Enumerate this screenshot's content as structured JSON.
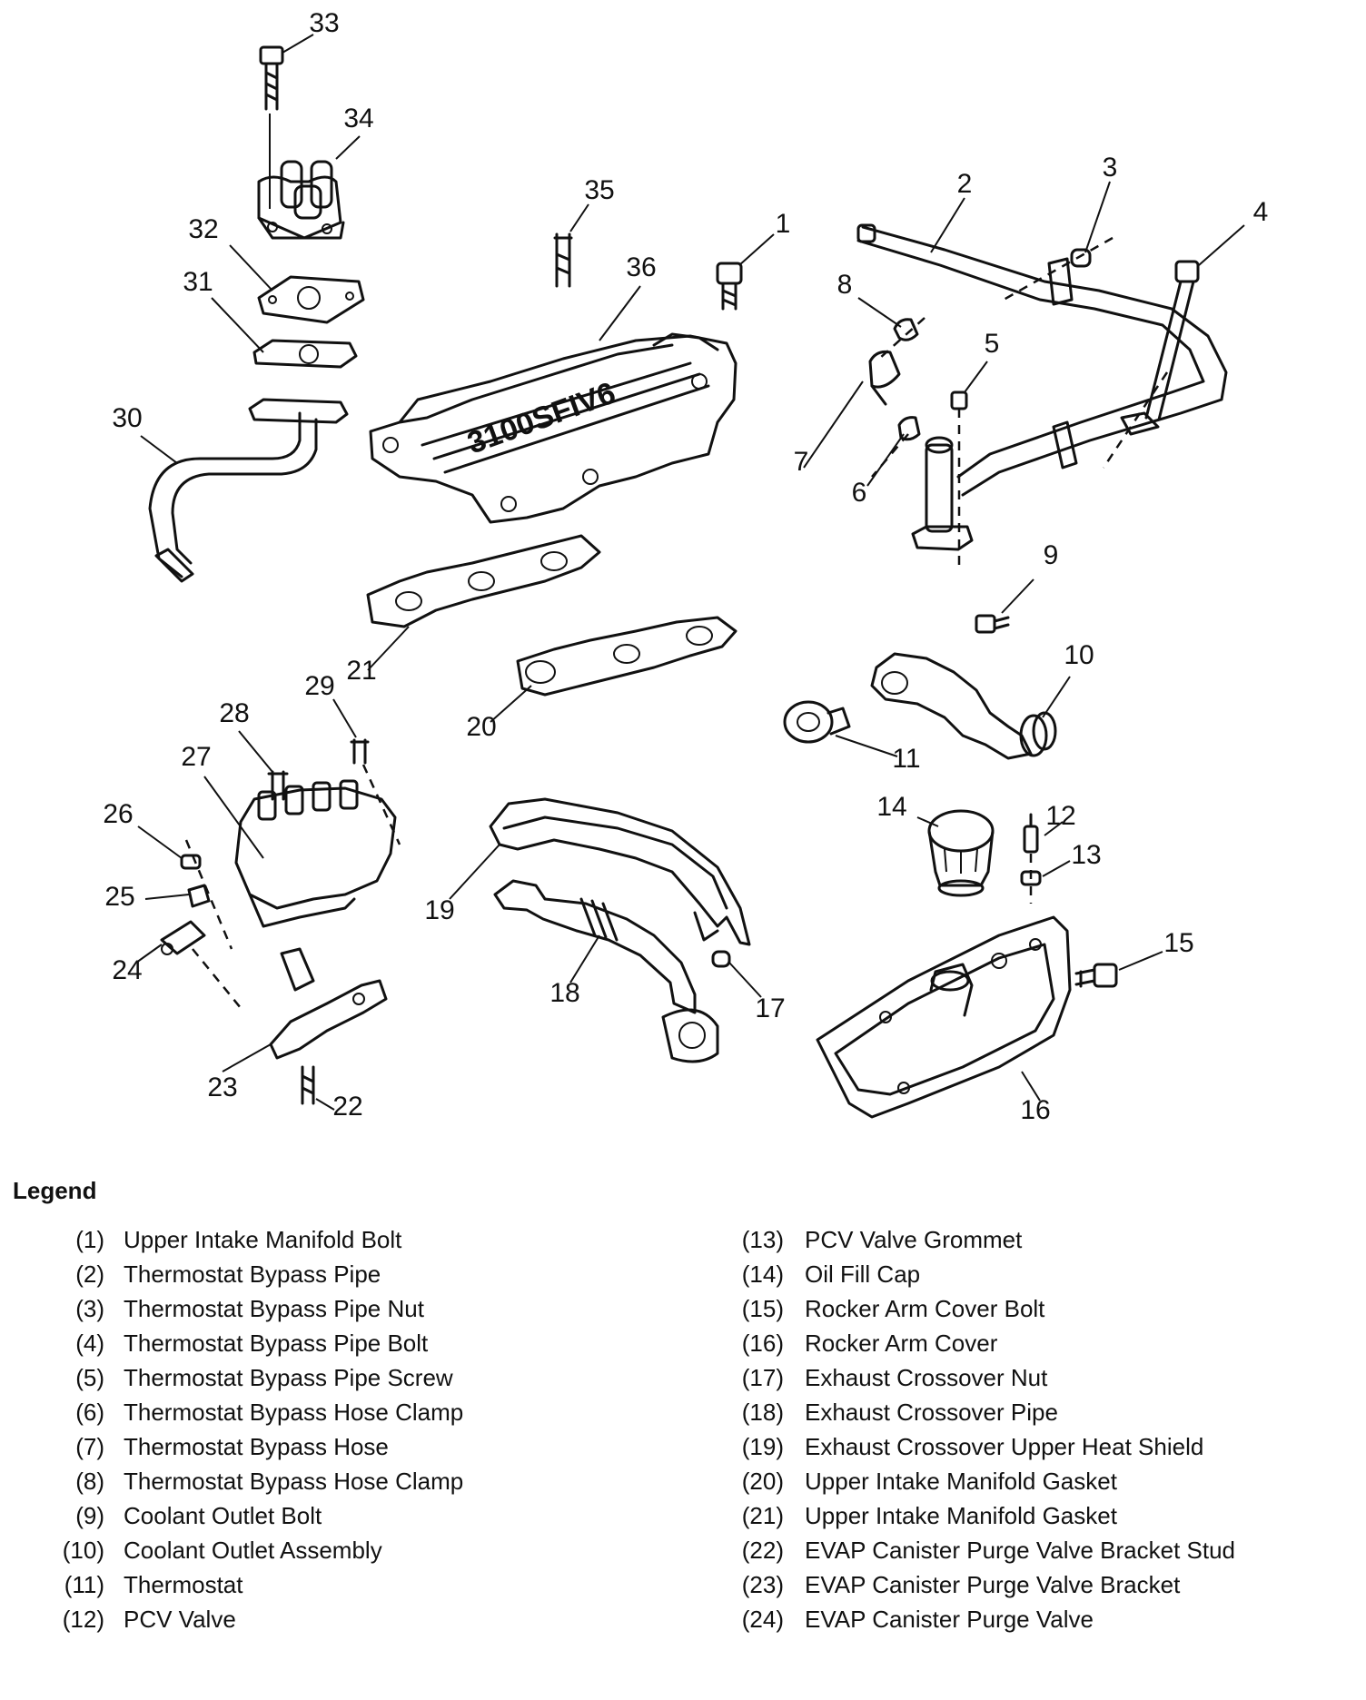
{
  "diagram": {
    "callouts": [
      "1",
      "2",
      "3",
      "4",
      "5",
      "6",
      "7",
      "8",
      "9",
      "10",
      "11",
      "12",
      "13",
      "14",
      "15",
      "16",
      "17",
      "18",
      "19",
      "20",
      "21",
      "22",
      "23",
      "24",
      "25",
      "26",
      "27",
      "28",
      "29",
      "30",
      "31",
      "32",
      "33",
      "34",
      "35",
      "36"
    ],
    "manifold_emboss": "3100SFIV6"
  },
  "legend": {
    "title": "Legend",
    "left": [
      {
        "num": "(1)",
        "label": "Upper Intake Manifold Bolt"
      },
      {
        "num": "(2)",
        "label": "Thermostat Bypass Pipe"
      },
      {
        "num": "(3)",
        "label": "Thermostat Bypass Pipe Nut"
      },
      {
        "num": "(4)",
        "label": "Thermostat Bypass Pipe Bolt"
      },
      {
        "num": "(5)",
        "label": "Thermostat Bypass Pipe Screw"
      },
      {
        "num": "(6)",
        "label": "Thermostat Bypass Hose Clamp"
      },
      {
        "num": "(7)",
        "label": "Thermostat Bypass Hose"
      },
      {
        "num": "(8)",
        "label": "Thermostat Bypass Hose Clamp"
      },
      {
        "num": "(9)",
        "label": "Coolant Outlet Bolt"
      },
      {
        "num": "(10)",
        "label": "Coolant Outlet Assembly"
      },
      {
        "num": "(11)",
        "label": "Thermostat"
      },
      {
        "num": "(12)",
        "label": "PCV Valve"
      }
    ],
    "right": [
      {
        "num": "(13)",
        "label": "PCV Valve Grommet"
      },
      {
        "num": "(14)",
        "label": "Oil Fill Cap"
      },
      {
        "num": "(15)",
        "label": "Rocker Arm Cover Bolt"
      },
      {
        "num": "(16)",
        "label": "Rocker Arm Cover"
      },
      {
        "num": "(17)",
        "label": "Exhaust Crossover Nut"
      },
      {
        "num": "(18)",
        "label": "Exhaust Crossover Pipe"
      },
      {
        "num": "(19)",
        "label": "Exhaust Crossover Upper Heat Shield"
      },
      {
        "num": "(20)",
        "label": "Upper Intake Manifold Gasket"
      },
      {
        "num": "(21)",
        "label": "Upper Intake Manifold Gasket"
      },
      {
        "num": "(22)",
        "label": "EVAP Canister Purge Valve Bracket Stud"
      },
      {
        "num": "(23)",
        "label": "EVAP Canister Purge Valve Bracket"
      },
      {
        "num": "(24)",
        "label": "EVAP Canister Purge Valve"
      }
    ]
  }
}
